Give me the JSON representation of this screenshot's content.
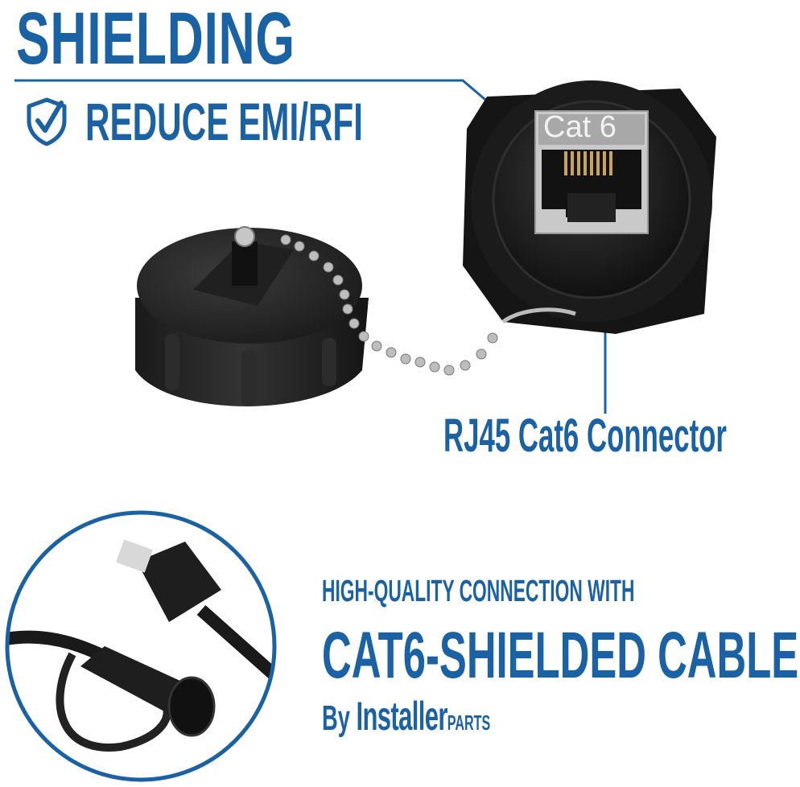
{
  "header": {
    "title": "SHIELDING",
    "subtitle": "REDUCE EMI/RFI",
    "subtitle_icon": "shield-check-icon"
  },
  "product": {
    "jack_label": "Cat 6",
    "callout_label": "RJ45 Cat6 Connector"
  },
  "footer": {
    "line1": "HIGH-QUALITY CONNECTION WITH",
    "line2": "CAT6-SHIELDED CABLE",
    "by": "By",
    "brand": "Installer",
    "brand_suffix": "PARTS"
  },
  "colors": {
    "accent": "#1a62a3",
    "product_black": "#1c1c1c",
    "background": "#ffffff"
  }
}
